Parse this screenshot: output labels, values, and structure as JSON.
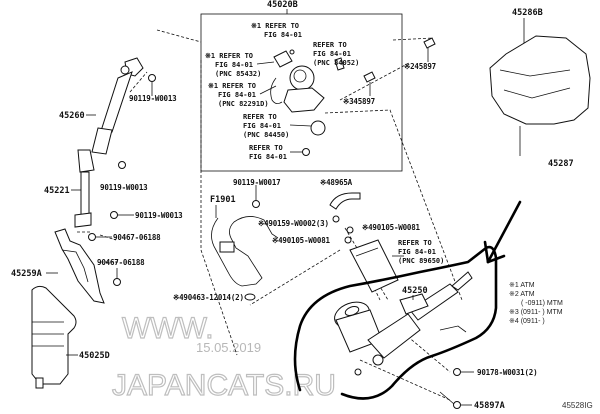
{
  "diagram": {
    "figure_code": "45528IG",
    "watermark": "JAPANCATS.RU",
    "watermark_prefix": "WWW.",
    "date_stamp": "15.05.2019",
    "assembly_label": "45020B",
    "refer": {
      "r1": [
        "※1 REFER TO",
        "FIG 84-01"
      ],
      "r2": [
        "※1 REFER TO",
        "FIG 84-01",
        "(PNC 85432)"
      ],
      "r3": [
        "REFER TO",
        "FIG 84-01",
        "(PNC 84052)"
      ],
      "r4": [
        "※1 REFER TO",
        "FIG 84-01",
        "(PNC 82291D)"
      ],
      "r5": [
        "REFER TO",
        "FIG 84-01",
        "(PNC 84450)"
      ],
      "r6": [
        "REFER TO",
        "FIG 84-01"
      ],
      "r7": [
        "REFER TO",
        "FIG 84-01",
        "(PNC 89650)"
      ]
    },
    "parts": {
      "p45260": "45260",
      "p90119a": "90119-W0013",
      "p45221": "45221",
      "p90119b": "90119-W0013",
      "p90119c": "90119-W0013",
      "p90467a": "90467-06188",
      "p90467b": "90467-06188",
      "p45259A": "45259A",
      "p45025D": "45025D",
      "p45286B": "45286B",
      "p45897_2": "※245897",
      "p45897_3": "※345897",
      "p45287": "45287",
      "p90119_17": "90119-W0017",
      "pF1901": "F1901",
      "p48965A": "※48965A",
      "p90159": "※490159-W0002(3)",
      "p90105a": "※490105-W0081",
      "p90105b": "※490105-W0081",
      "p90463": "※490463-12014(2)",
      "p45250": "45250",
      "p90178": "90178-W0031(2)",
      "p45897A": "45897A"
    },
    "legend": [
      "※1 ATM",
      "※2 ATM",
      "(    -0911) MTM",
      "※3 (0911-    ) MTM",
      "※4 (0911-    )"
    ]
  }
}
